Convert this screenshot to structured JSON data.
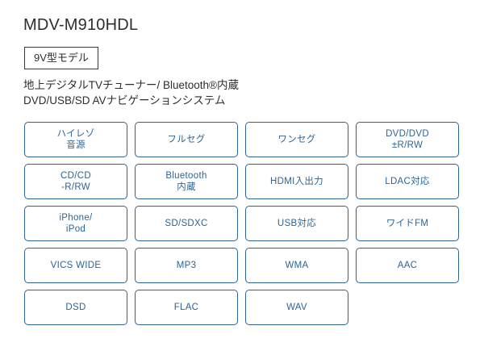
{
  "header": {
    "product_title": "MDV-M910HDL",
    "model_badge": "9V型モデル",
    "lead_lines": [
      "地上デジタルTVチューナー/ Bluetooth®内蔵",
      "DVD/USB/SD AVナビゲーションシステム"
    ]
  },
  "features": {
    "accent_color": "#2e6496",
    "chips": [
      {
        "label": "ハイレゾ\n音源"
      },
      {
        "label": "フルセグ"
      },
      {
        "label": "ワンセグ"
      },
      {
        "label": "DVD/DVD\n±R/RW"
      },
      {
        "label": "CD/CD\n-R/RW"
      },
      {
        "label": "Bluetooth\n内蔵"
      },
      {
        "label": "HDMI入出力"
      },
      {
        "label": "LDAC対応"
      },
      {
        "label": "iPhone/\niPod"
      },
      {
        "label": "SD/SDXC"
      },
      {
        "label": "USB対応"
      },
      {
        "label": "ワイドFM"
      },
      {
        "label": "VICS WIDE"
      },
      {
        "label": "MP3"
      },
      {
        "label": "WMA"
      },
      {
        "label": "AAC"
      },
      {
        "label": "DSD"
      },
      {
        "label": "FLAC"
      },
      {
        "label": "WAV"
      }
    ]
  }
}
